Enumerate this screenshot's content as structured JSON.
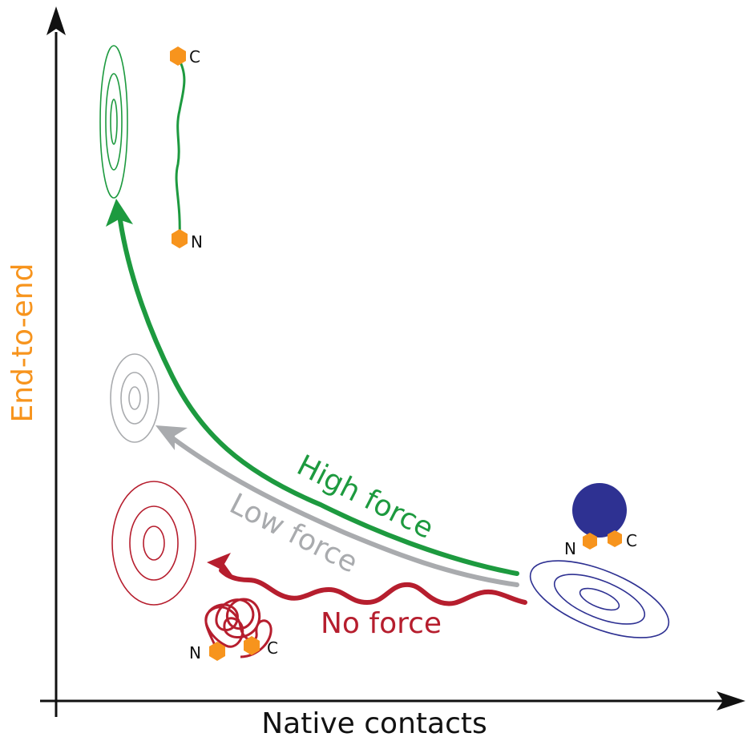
{
  "axes": {
    "x_label": "Native contacts",
    "y_label": "End-to-end"
  },
  "paths": {
    "high": {
      "label": "High force"
    },
    "low": {
      "label": "Low force"
    },
    "none": {
      "label": "No force"
    }
  },
  "termini": {
    "n": "N",
    "c": "C"
  },
  "colors": {
    "high": "#1d9a3f",
    "low": "#a9abae",
    "none": "#b61e2e",
    "native": "#2e3192",
    "terminus": "#f7941d",
    "axis": "#111111",
    "y_label": "#f7941d"
  }
}
